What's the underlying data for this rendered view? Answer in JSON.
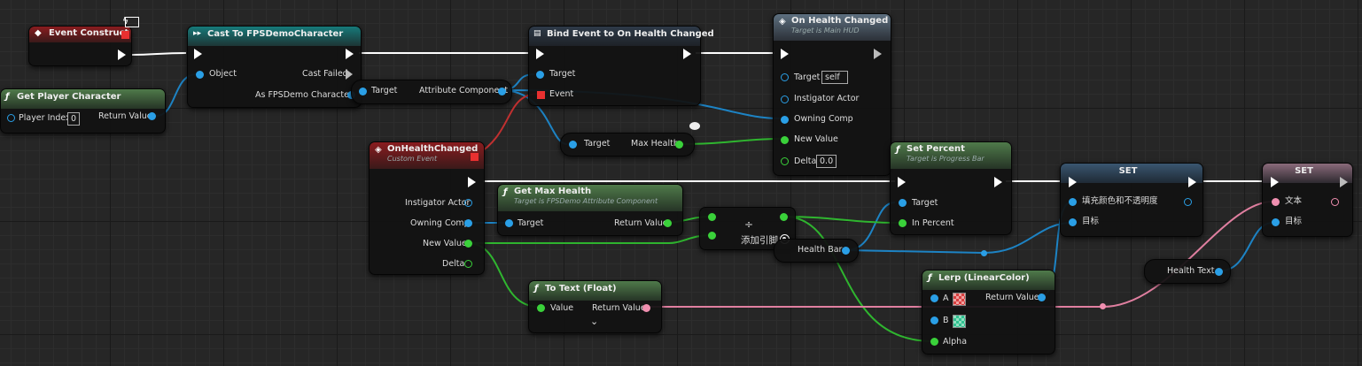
{
  "colors": {
    "exec": "#ffffff",
    "object": "#2a9fe6",
    "float": "#3ad13a",
    "text": "#f08fb0",
    "event": "#e83030"
  },
  "nodes": {
    "event_construct": {
      "title": "Event Construct",
      "icon": "diamond-icon"
    },
    "get_player": {
      "title": "Get Player Character",
      "icon": "function-icon",
      "pin_player_index": "Player Index",
      "player_index_value": "0",
      "pin_return": "Return Value"
    },
    "cast": {
      "title": "Cast To FPSDemoCharacter",
      "pin_object": "Object",
      "pin_cast_failed": "Cast Failed",
      "pin_as": "As FPSDemo Character"
    },
    "attr_comp": {
      "pin_target": "Target",
      "pin_out": "Attribute Component"
    },
    "bind": {
      "title": "Bind Event to On Health Changed",
      "pin_target": "Target",
      "pin_event": "Event"
    },
    "on_health_changed_call": {
      "title": "On Health Changed",
      "subtitle": "Target is Main HUD",
      "pin_target": "Target",
      "target_value": "self",
      "pin_instigator": "Instigator Actor",
      "pin_owning": "Owning Comp",
      "pin_new": "New Value",
      "pin_delta": "Delta",
      "delta_value": "0.0"
    },
    "max_health": {
      "pin_target": "Target",
      "pin_out": "Max Health"
    },
    "custom_event": {
      "title": "OnHealthChanged",
      "subtitle": "Custom Event",
      "pin_instigator": "Instigator Actor",
      "pin_owning": "Owning Comp",
      "pin_new": "New Value",
      "pin_delta": "Delta"
    },
    "get_max_health": {
      "title": "Get Max Health",
      "subtitle": "Target is FPSDemo Attribute Component",
      "pin_target": "Target",
      "pin_return": "Return Value"
    },
    "divide": {
      "symbol": "÷",
      "add_pin": "添加引脚"
    },
    "health_bar": {
      "label": "Health Bar"
    },
    "set_percent": {
      "title": "Set Percent",
      "subtitle": "Target is Progress Bar",
      "pin_target": "Target",
      "pin_percent": "In Percent"
    },
    "set1": {
      "title": "SET",
      "pin_fill": "填充颜色和不透明度",
      "pin_target": "目标"
    },
    "set2": {
      "title": "SET",
      "pin_text": "文本",
      "pin_target": "目标"
    },
    "health_text": {
      "label": "Health Text"
    },
    "to_text": {
      "title": "To Text (Float)",
      "pin_value": "Value",
      "pin_return": "Return Value",
      "expand": "⌄"
    },
    "lerp": {
      "title": "Lerp (LinearColor)",
      "pin_a": "A",
      "pin_b": "B",
      "pin_alpha": "Alpha",
      "pin_return": "Return Value",
      "color_a": "#d84040",
      "color_b": "#30c090"
    }
  }
}
